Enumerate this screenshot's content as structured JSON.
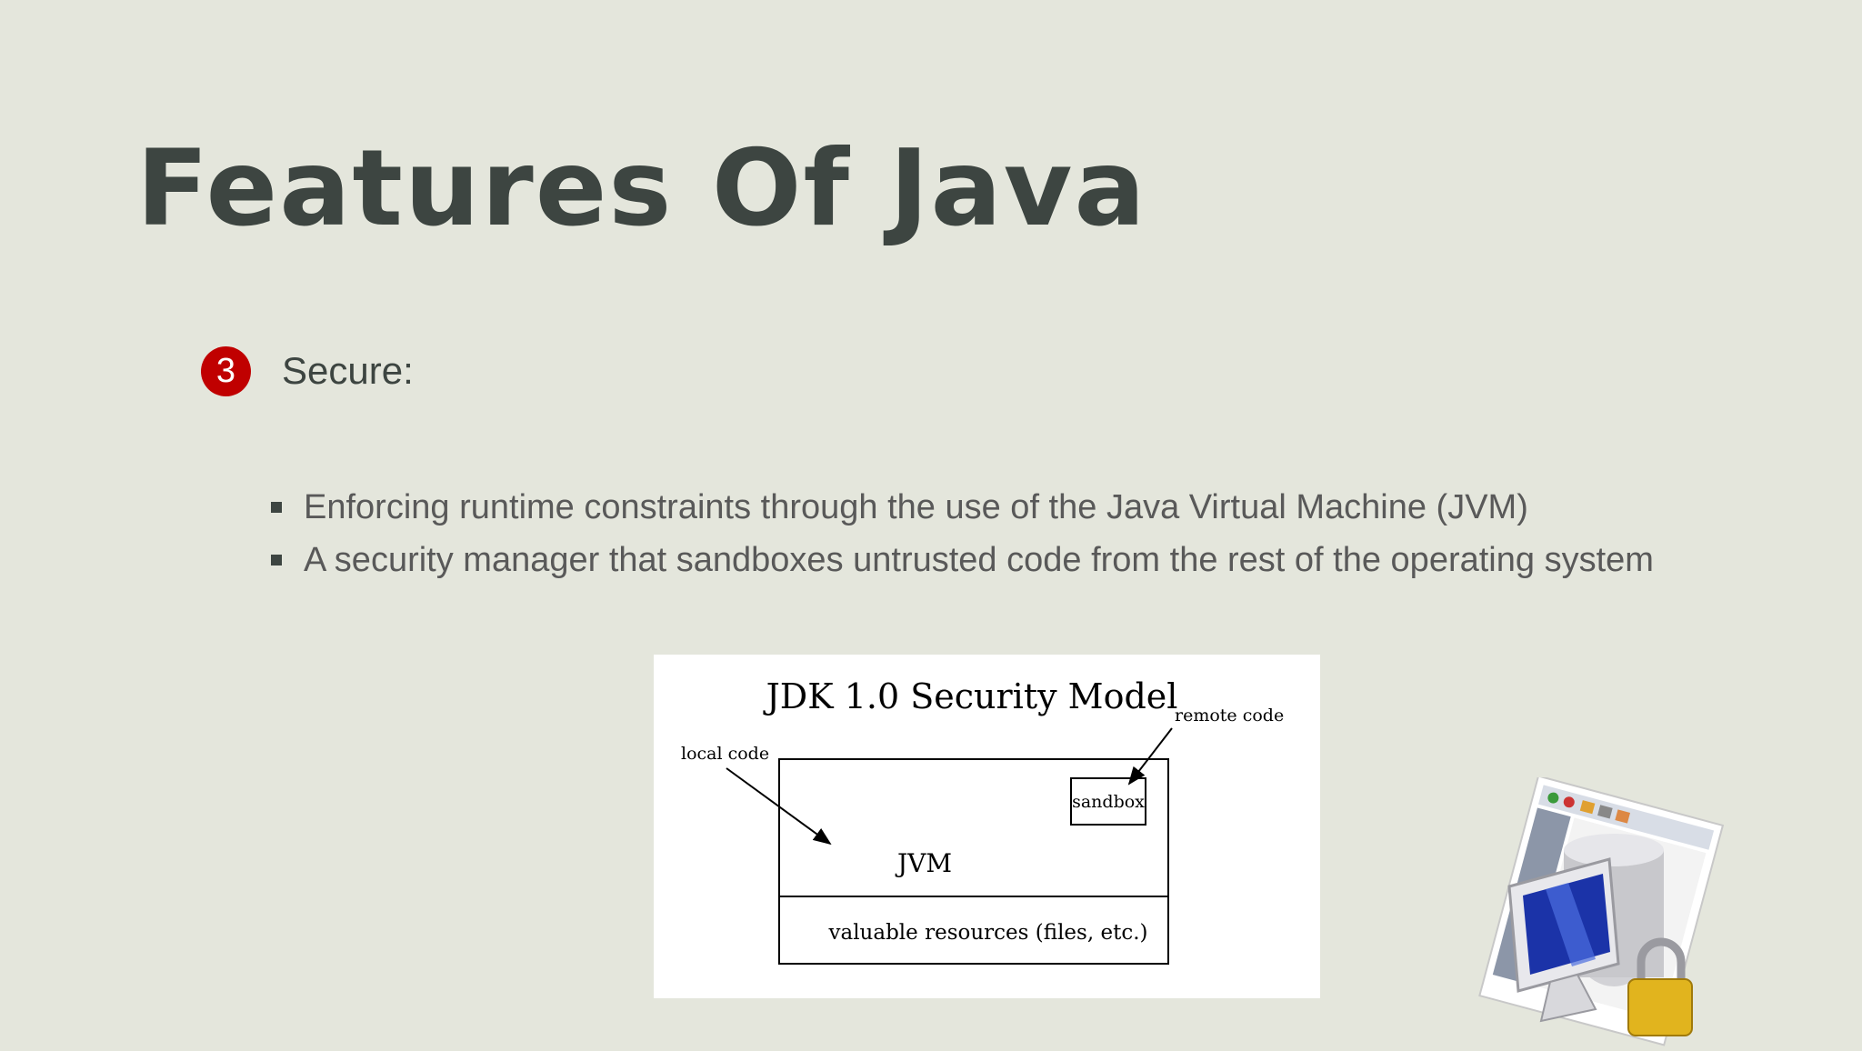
{
  "slide": {
    "title": "Features Of Java",
    "item_number": "3",
    "heading": "Secure:",
    "bullets": [
      "Enforcing runtime constraints through the use of the Java Virtual Machine (JVM)",
      " A security manager that sandboxes untrusted code from the rest of the operating system"
    ]
  },
  "diagram": {
    "title": "JDK 1.0 Security Model",
    "local_code_label": "local code",
    "remote_code_label": "remote code",
    "sandbox_label": "sandbox",
    "jvm_label": "JVM",
    "resources_label": "valuable resources (files, etc.)"
  },
  "colors": {
    "background": "#e4e6dc",
    "title": "#3d4541",
    "badge": "#c00000"
  },
  "icons": {
    "clip_art": "computer-with-padlock-icon"
  }
}
